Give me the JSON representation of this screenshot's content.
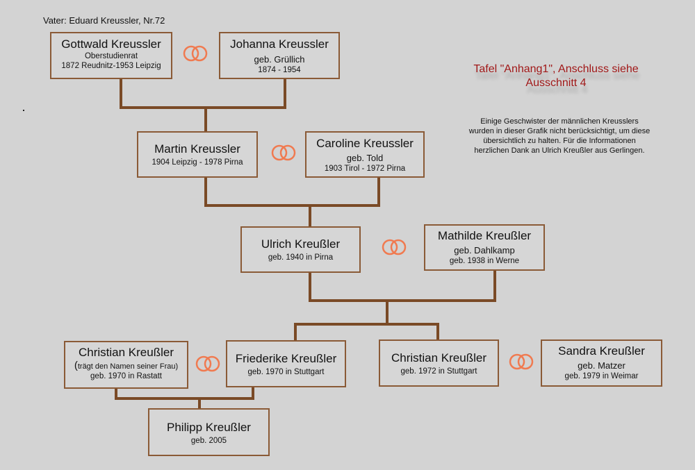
{
  "header": {
    "father": "Vater: Eduard Kreussler, Nr.72"
  },
  "tafel": {
    "line1": "Tafel \"Anhang1\", Anschluss siehe",
    "line2": "Ausschnitt 4"
  },
  "note": {
    "line1": "Einige Geschwister der männlichen Kreusslers",
    "line2": "wurden in dieser Grafik nicht berücksichtigt, um diese",
    "line3": "übersichtlich zu halten. Für die Informationen",
    "line4": "herzlichen Dank an Ulrich Kreußler aus Gerlingen."
  },
  "persons": {
    "gottwald": {
      "name": "Gottwald Kreussler",
      "l1": "Oberstudienrat",
      "l2": "1872 Reudnitz-1953 Leipzig"
    },
    "johanna": {
      "name": "Johanna Kreussler",
      "l1": "geb. Grüllich",
      "l2": "1874 - 1954"
    },
    "martin": {
      "name": "Martin Kreussler",
      "l1": "1904 Leipzig - 1978 Pirna"
    },
    "caroline": {
      "name": "Caroline Kreussler",
      "l1": "geb. Told",
      "l2": "1903 Tirol - 1972 Pirna"
    },
    "ulrich": {
      "name": "Ulrich Kreußler",
      "l1": "geb. 1940 in Pirna"
    },
    "mathilde": {
      "name": "Mathilde Kreußler",
      "l1": "geb. Dahlkamp",
      "l2": "geb. 1938 in Werne"
    },
    "christian1": {
      "name": "Christian Kreußler",
      "l1a": "(",
      "l1b": "trägt den Namen seiner Frau)",
      "l2": "geb. 1970 in Rastatt"
    },
    "friederike": {
      "name": "Friederike Kreußler",
      "l1": "geb. 1970 in Stuttgart"
    },
    "christian2": {
      "name": "Christian Kreußler",
      "l1": "geb. 1972 in Stuttgart"
    },
    "sandra": {
      "name": "Sandra Kreußler",
      "l1": "geb. Matzer",
      "l2": "geb. 1979 in Weimar"
    },
    "philipp": {
      "name": "Philipp Kreußler",
      "l1": "geb. 2005"
    }
  },
  "colors": {
    "line": "#7a4a26",
    "box_border": "#8a5a36",
    "rings": "#f07a50",
    "tafel": "#a01818"
  },
  "icons": {
    "marriage": "wedding-rings-icon"
  }
}
